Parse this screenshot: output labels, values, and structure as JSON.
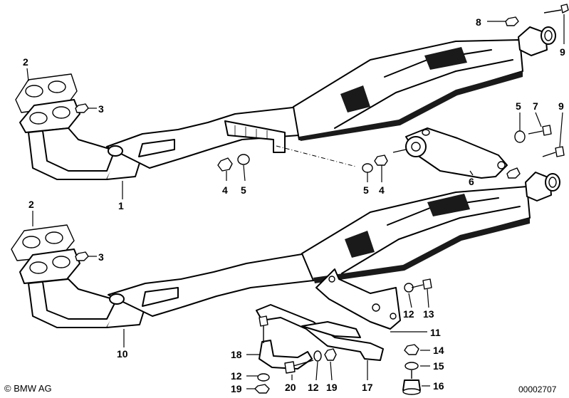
{
  "callouts": {
    "upper": {
      "c2": "2",
      "c3": "3",
      "c1": "1",
      "c4a": "4",
      "c5a": "5",
      "c5b": "5",
      "c4b": "4",
      "c8": "8",
      "c9a": "9",
      "c5c": "5",
      "c7": "7",
      "c9b": "9",
      "c6": "6"
    },
    "lower": {
      "c2": "2",
      "c3": "3",
      "c10": "10",
      "c12a": "12",
      "c13": "13",
      "c11": "11",
      "c14": "14",
      "c15": "15",
      "c16": "16",
      "c18": "18",
      "c12b": "12",
      "c19a": "19",
      "c20": "20",
      "c12c": "12",
      "c19b": "19",
      "c17": "17"
    }
  },
  "footer": {
    "brand": "© BMW AG",
    "doc_number": "00002707"
  }
}
